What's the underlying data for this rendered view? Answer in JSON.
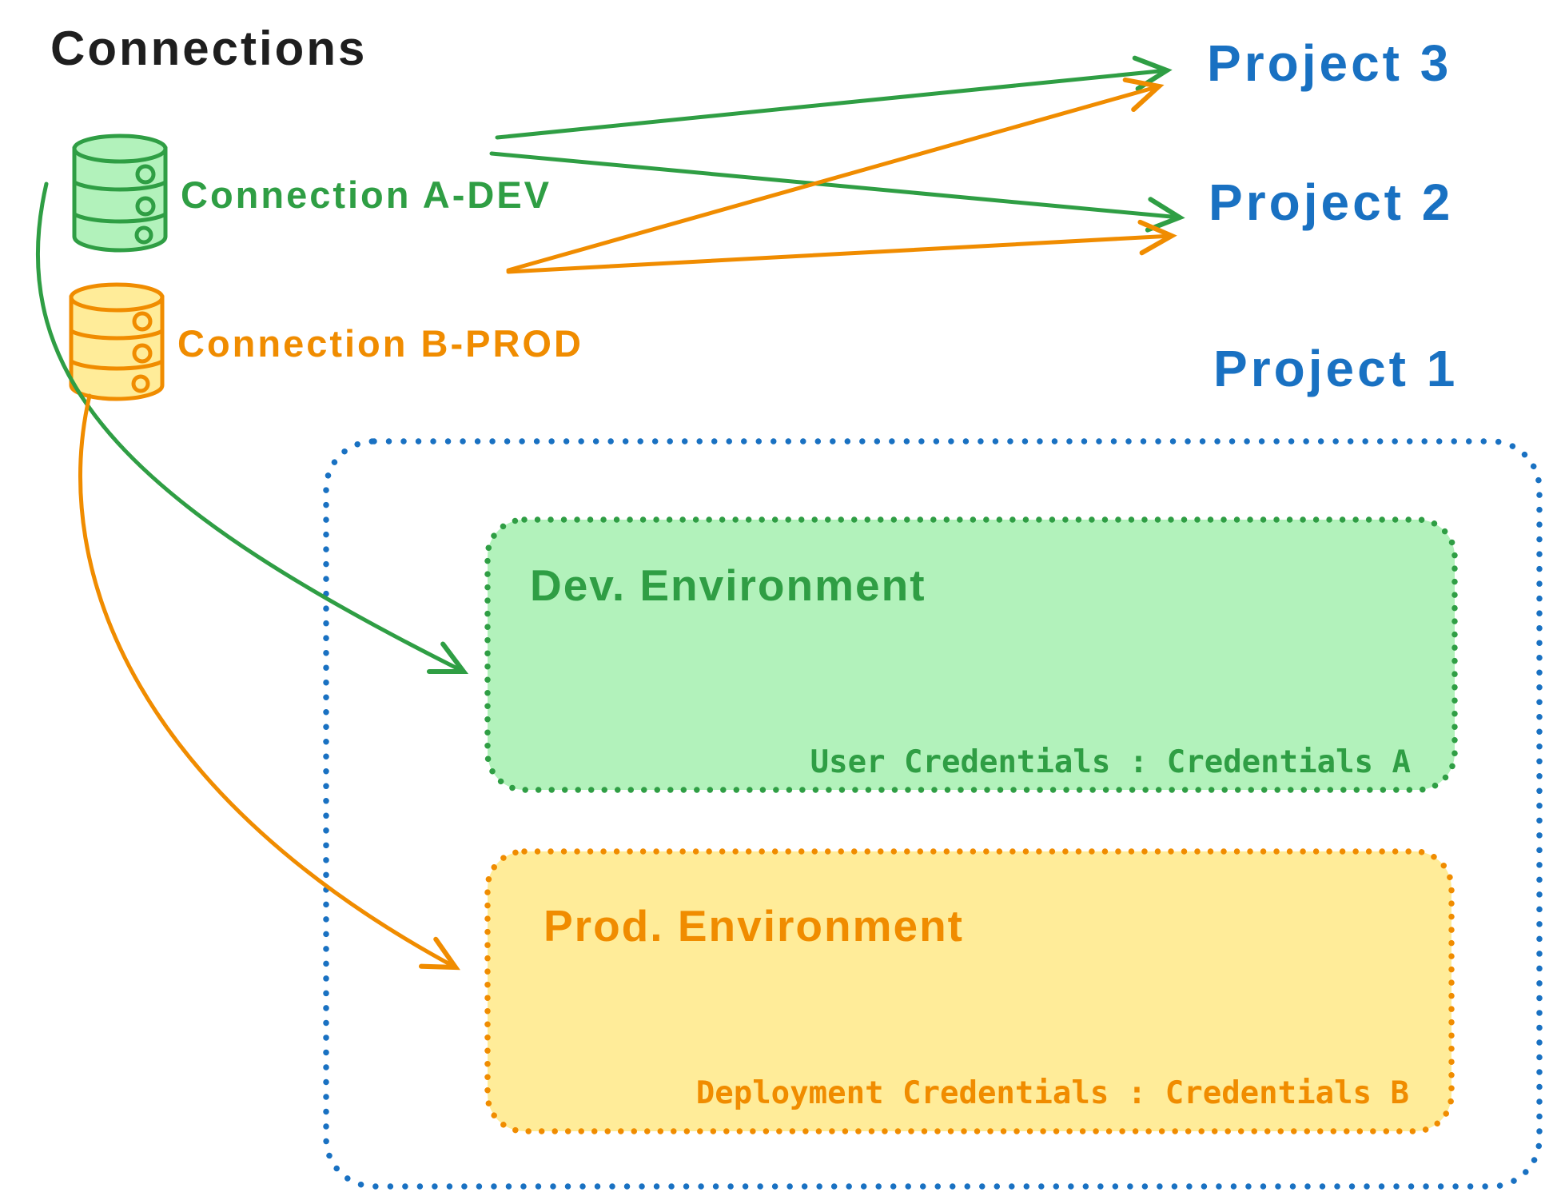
{
  "diagram": {
    "title": "Connections",
    "connections": {
      "a": {
        "label": "Connection A-DEV",
        "icon": "database-icon",
        "color": "#2f9e44"
      },
      "b": {
        "label": "Connection B-PROD",
        "icon": "database-icon",
        "color": "#f08c00"
      }
    },
    "projects": {
      "p3": {
        "label": "Project 3"
      },
      "p2": {
        "label": "Project 2"
      },
      "p1": {
        "label": "Project 1"
      }
    },
    "project1_contents": {
      "dev": {
        "title": "Dev. Environment",
        "credentials": "User Credentials : Credentials A"
      },
      "prod": {
        "title": "Prod. Environment",
        "credentials": "Deployment Credentials : Credentials B"
      }
    },
    "colors": {
      "green_stroke": "#2f9e44",
      "green_fill": "#b2f2bb",
      "orange_stroke": "#f08c00",
      "orange_fill": "#ffec99",
      "blue": "#1971c2",
      "black": "#1e1e1e"
    }
  }
}
